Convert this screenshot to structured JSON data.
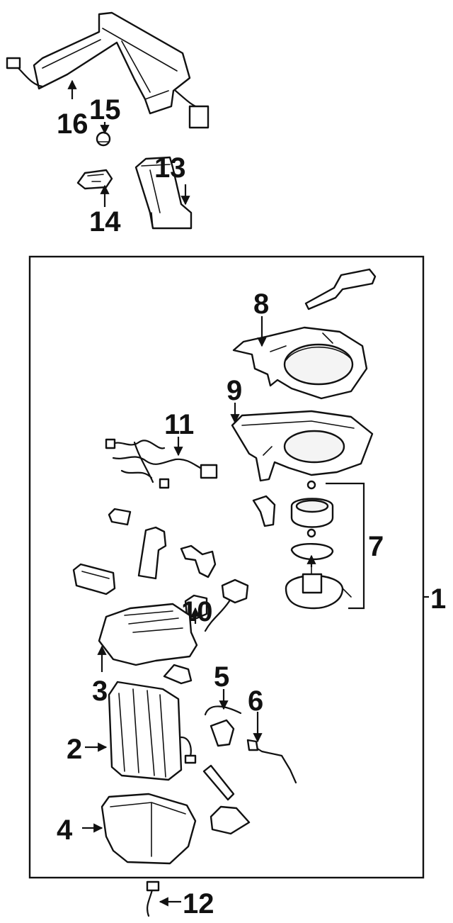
{
  "colors": {
    "ink": "#111111",
    "paper": "#ffffff"
  },
  "callouts": {
    "c1": "1",
    "c2": "2",
    "c3": "3",
    "c4": "4",
    "c5": "5",
    "c6": "6",
    "c7": "7",
    "c8": "8",
    "c9": "9",
    "c10": "10",
    "c11": "11",
    "c12": "12",
    "c13": "13",
    "c14": "14",
    "c15": "15",
    "c16": "16"
  }
}
